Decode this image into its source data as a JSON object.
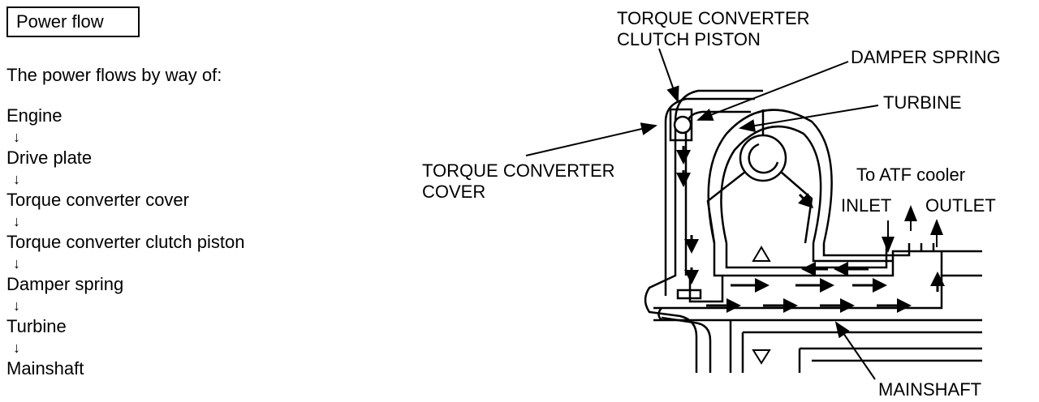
{
  "title": "Power flow",
  "intro": "The power flows by way of:",
  "flow": {
    "arrow": "↓",
    "steps": [
      "Engine",
      "Drive plate",
      "Torque converter cover",
      "Torque converter clutch piston",
      "Damper spring",
      "Turbine",
      "Mainshaft"
    ]
  },
  "labels": {
    "clutch_piston_1": "TORQUE CONVERTER",
    "clutch_piston_2": "CLUTCH PISTON",
    "damper_spring": "DAMPER SPRING",
    "turbine": "TURBINE",
    "cover_1": "TORQUE CONVERTER",
    "cover_2": "COVER",
    "atf_cooler": "To ATF cooler",
    "inlet": "INLET",
    "outlet": "OUTLET",
    "mainshaft": "MAINSHAFT"
  }
}
